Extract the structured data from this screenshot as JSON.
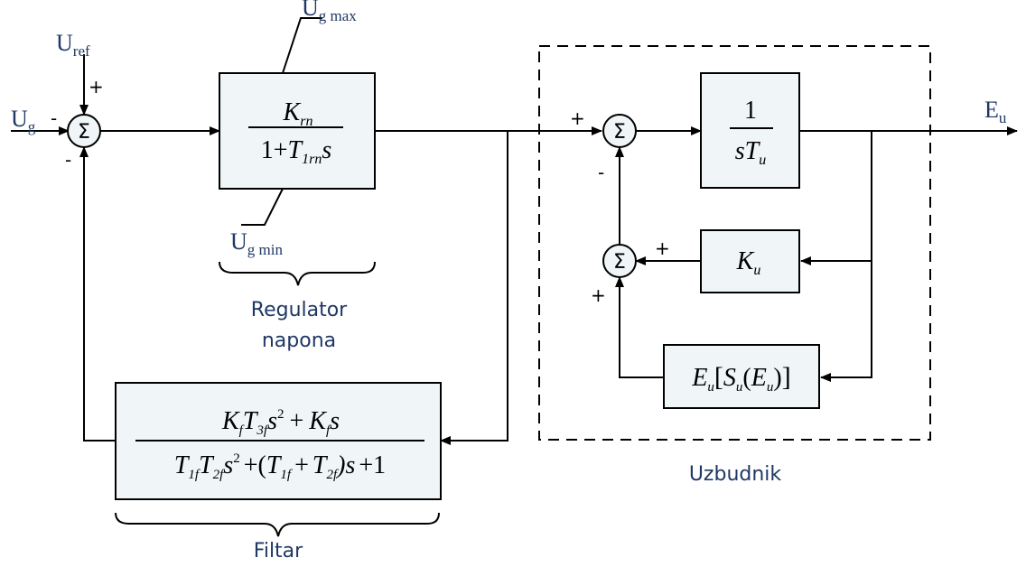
{
  "signals": {
    "ug": "U",
    "ug_sub": "g",
    "uref": "U",
    "uref_sub": "ref",
    "ugmax": "U",
    "ugmax_sub": "g max",
    "ugmin": "U",
    "ugmin_sub": "g min",
    "eu": "E",
    "eu_sub": "u"
  },
  "signs": {
    "ref_plus": "+",
    "ug_minus": "-",
    "fb_minus": "-",
    "s2_plus": "+",
    "s2_minus": "-",
    "s3_plus_right": "+",
    "s3_plus_bottom": "+"
  },
  "sum_symbol": "Σ",
  "blocks": {
    "regulator": {
      "num_K": "K",
      "num_sub": "rn",
      "den_1": "1+",
      "den_T": "T",
      "den_sub": "1rn",
      "den_s": "s"
    },
    "integrator": {
      "num": "1",
      "den_s": "s",
      "den_T": "T",
      "den_sub": "u"
    },
    "ku": {
      "K": "K",
      "sub": "u"
    },
    "saturation": {
      "E": "E",
      "E_sub": "u",
      "S": "S",
      "S_sub": "u",
      "arg": "E",
      "arg_sub": "u"
    },
    "filter": {
      "num": [
        "K",
        "f",
        "T",
        "3f",
        "s",
        "2",
        "+",
        "K",
        "f",
        "s"
      ],
      "den": [
        "T",
        "1f",
        "T",
        "2f",
        "s",
        "2",
        "+(",
        "T",
        "1f",
        "+",
        "T",
        "2f",
        ")s",
        "+1"
      ]
    }
  },
  "captions": {
    "regulator": [
      "Regulator",
      "napona"
    ],
    "filter": "Filtar",
    "exciter": "Uzbudnik"
  }
}
